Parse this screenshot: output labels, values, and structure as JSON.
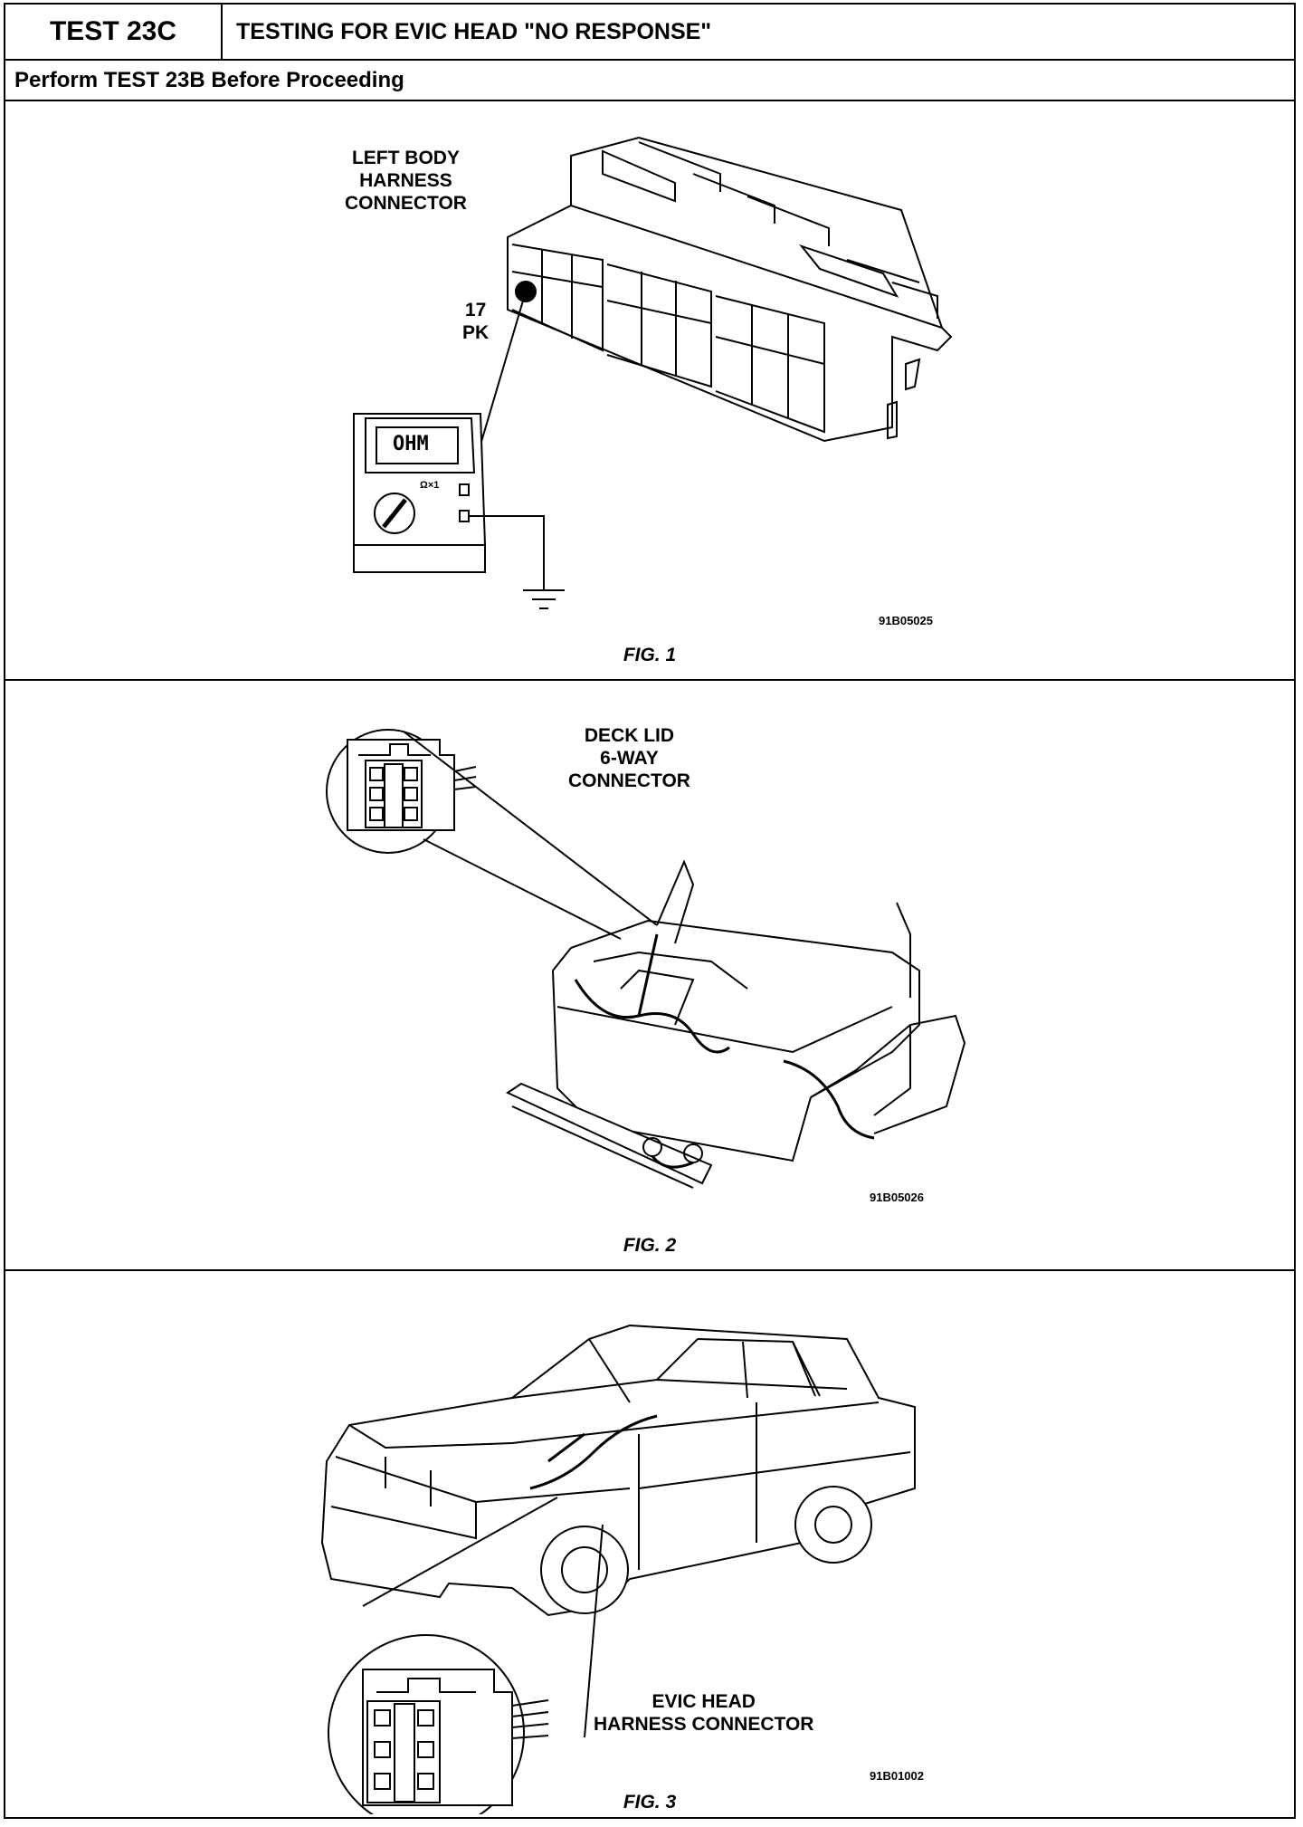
{
  "header": {
    "test_id": "TEST 23C",
    "title": "TESTING FOR EVIC HEAD \"NO RESPONSE\"",
    "prerequisite": "Perform TEST 23B Before Proceeding"
  },
  "figures": [
    {
      "caption": "FIG. 1",
      "code": "91B05025",
      "labels": {
        "connector": [
          "LEFT BODY",
          "HARNESS",
          "CONNECTOR"
        ],
        "pin": [
          "17",
          "PK"
        ],
        "meter_display": "OHM",
        "meter_range": "Ω×1"
      }
    },
    {
      "caption": "FIG. 2",
      "code": "91B05026",
      "labels": {
        "connector": [
          "DECK LID",
          "6-WAY",
          "CONNECTOR"
        ]
      }
    },
    {
      "caption": "FIG. 3",
      "code": "91B01002",
      "labels": {
        "connector": [
          "EVIC HEAD",
          "HARNESS CONNECTOR"
        ]
      }
    }
  ]
}
